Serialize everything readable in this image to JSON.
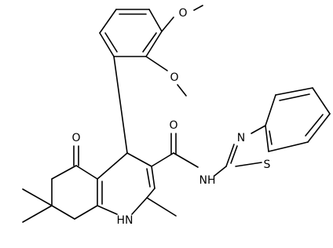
{
  "diagram": {
    "atoms": {
      "o_ketone": "O",
      "o_amide": "O",
      "o_methoxy_top": "O",
      "o_methoxy_mid": "O",
      "n_amide": "NH",
      "n_ring": "HN",
      "n_thiazole": "N",
      "s_thiazole": "S"
    },
    "colors": {
      "bond": "#000000",
      "text": "#000000",
      "background": "#ffffff"
    }
  }
}
